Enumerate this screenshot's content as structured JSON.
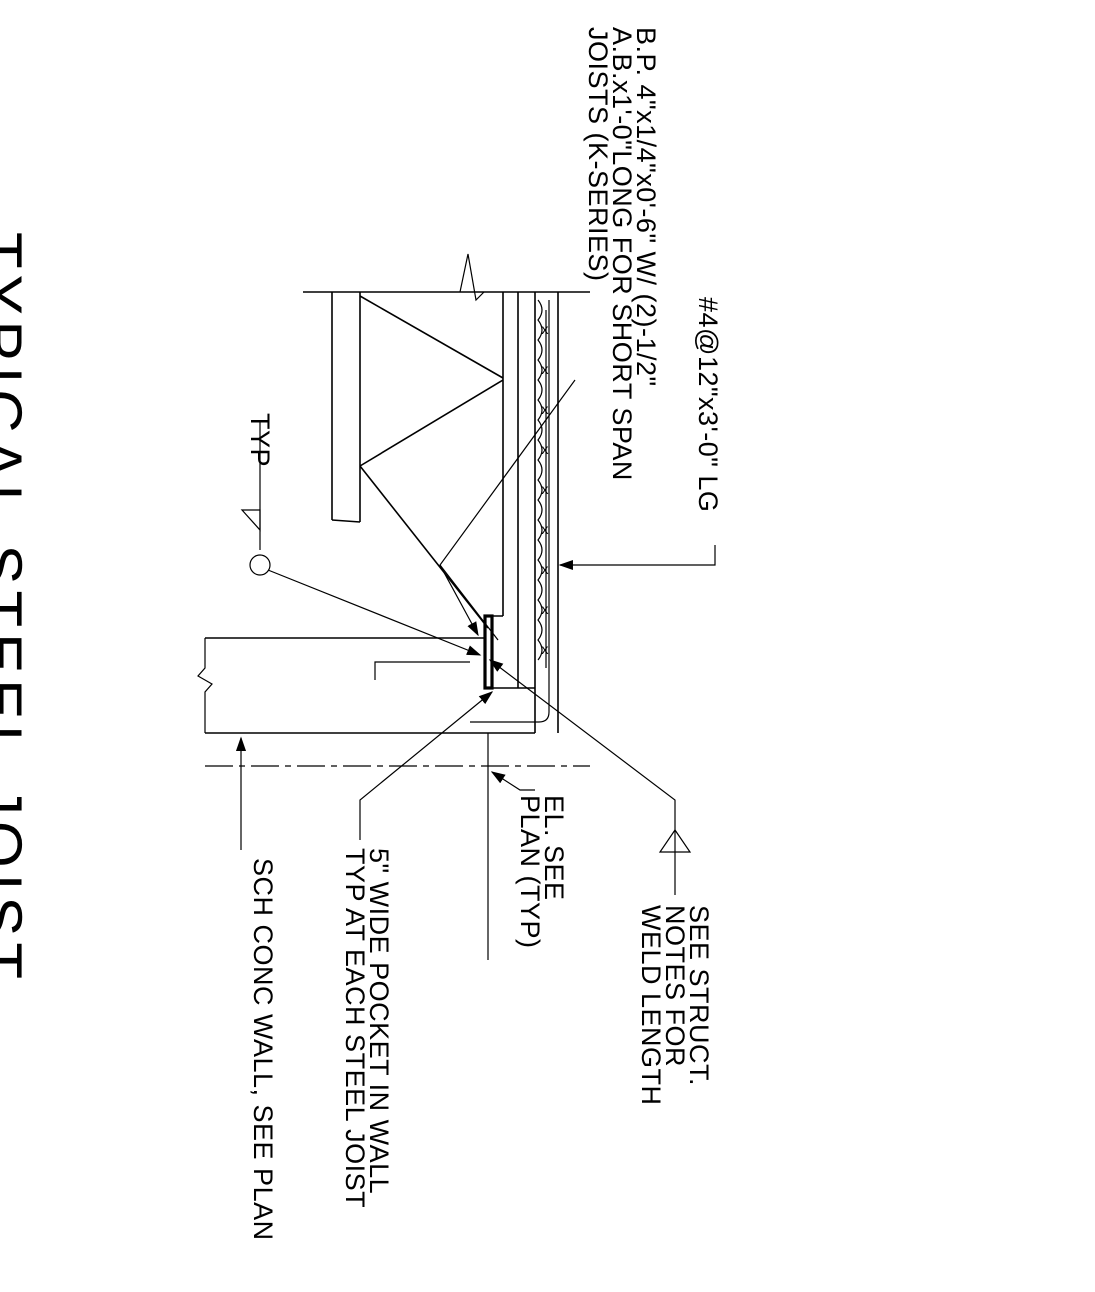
{
  "labels": {
    "bearing_plate": "B.P. 4\"x1/4\"x0'-6\" W/ (2)-1/2\"",
    "anchor_bolts": "A.B.x1'-0\"LONG FOR SHORT SPAN",
    "joists": "JOISTS (K-SERIES)",
    "rebar": "#4@12\"x3'-0\" LG",
    "typ": "TYP",
    "struct_notes_1": "SEE STRUCT.",
    "struct_notes_2": "NOTES FOR",
    "struct_notes_3": "WELD LENGTH",
    "elevation_1": "EL. SEE",
    "elevation_2": "PLAN (TYP)",
    "pocket_1": "5\" WIDE POCKET IN WALL",
    "pocket_2": "TYP AT EACH STEEL JOIST",
    "wall": "SCH CONC WALL, SEE PLAN",
    "title": "TYPICAL STEEL JOIST"
  }
}
